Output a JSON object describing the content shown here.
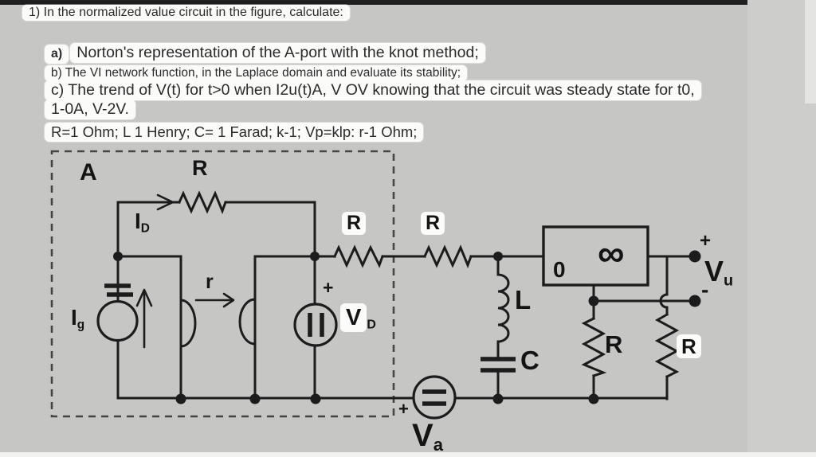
{
  "colors": {
    "background": "#c6c7c5",
    "ink": "#1c1c1c",
    "label_box": "#fbfbfa",
    "top_bar": "#1f1f1f"
  },
  "problem": {
    "intro": "1) In the normalized value circuit in the figure, calculate:",
    "item_a_marker": "a)",
    "item_a_text": "Norton's representation of the A-port with the knot method;",
    "item_b_text": "b) The VI network function, in the Laplace domain and evaluate its stability;",
    "item_c_text": "c) The trend of V(t) for t>0 when I2u(t)A, V OV knowing that the circuit was steady state for t0,",
    "item_c_cont": "1-0A, V-2V.",
    "parameters": "R=1 Ohm; L 1 Henry; C= 1 Farad; k-1; Vp=klp: r-1 Ohm;"
  },
  "circuit": {
    "port_label": "A",
    "top_resistor_label": "R",
    "top_current": {
      "base": "I",
      "sub": "D"
    },
    "source_current": {
      "base": "I",
      "sub": "g"
    },
    "transresistance_label": "r",
    "inner_resistor_label": "R",
    "series_resistor_label": "R",
    "controlled_source_plus": "+",
    "controlled_source": {
      "base": "V",
      "sub": "D"
    },
    "inductor_label": "L",
    "capacitor_label": "C",
    "nullor_zero": "0",
    "nullor_infinity": "∞",
    "output_plus": "+",
    "output_minus": "-",
    "output_voltage": {
      "base": "V",
      "sub": "u"
    },
    "load_resistor_left_label": "R",
    "load_resistor_right_label": "R",
    "source_voltage_plus": "+",
    "source_voltage": {
      "base": "V",
      "sub": "a"
    }
  }
}
